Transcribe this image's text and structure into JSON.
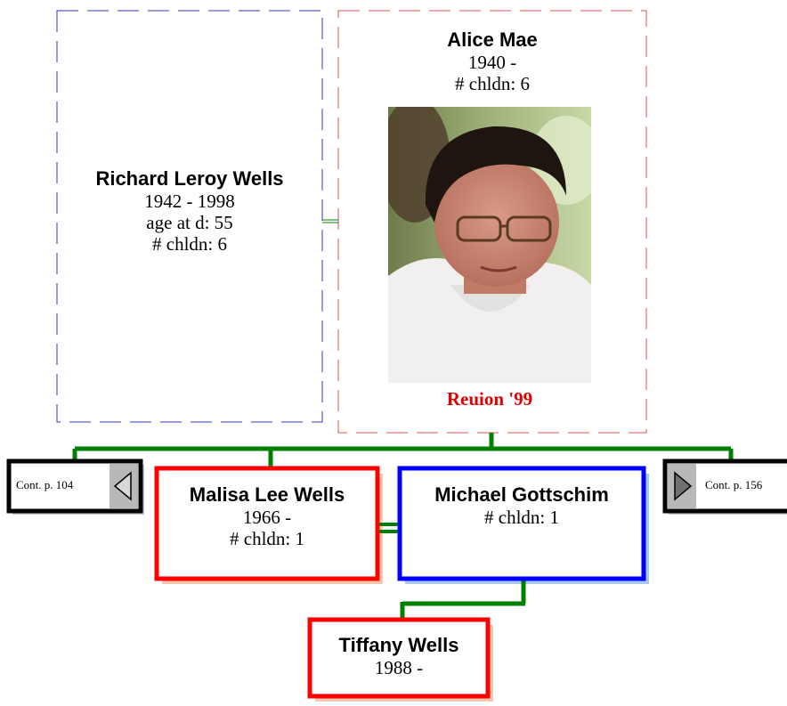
{
  "parents": {
    "father": {
      "name": "Richard Leroy Wells",
      "dates": "1942 - 1998",
      "age": "age at d: 55",
      "children": "# chldn: 6"
    },
    "mother": {
      "name": "Alice Mae",
      "dates": "1940 -",
      "children": "# chldn: 6",
      "photo_caption": "Reuion '99"
    }
  },
  "couple": {
    "child": {
      "name": "Malisa Lee Wells",
      "dates": "1966 -",
      "children": "# chldn: 1"
    },
    "spouse": {
      "name": "Michael Gottschim",
      "children": "# chldn: 1"
    }
  },
  "grandchild": {
    "name": "Tiffany Wells",
    "dates": "1988 -"
  },
  "nav": {
    "left_label": "Cont. p. 104",
    "right_label": "Cont. p. 156"
  },
  "colors": {
    "male": "#0000ff",
    "female": "#ff0000",
    "line": "#008000",
    "caption": "#dd0000",
    "male_shadow": "#a8c8f0",
    "female_shadow": "#f6c8b0"
  }
}
